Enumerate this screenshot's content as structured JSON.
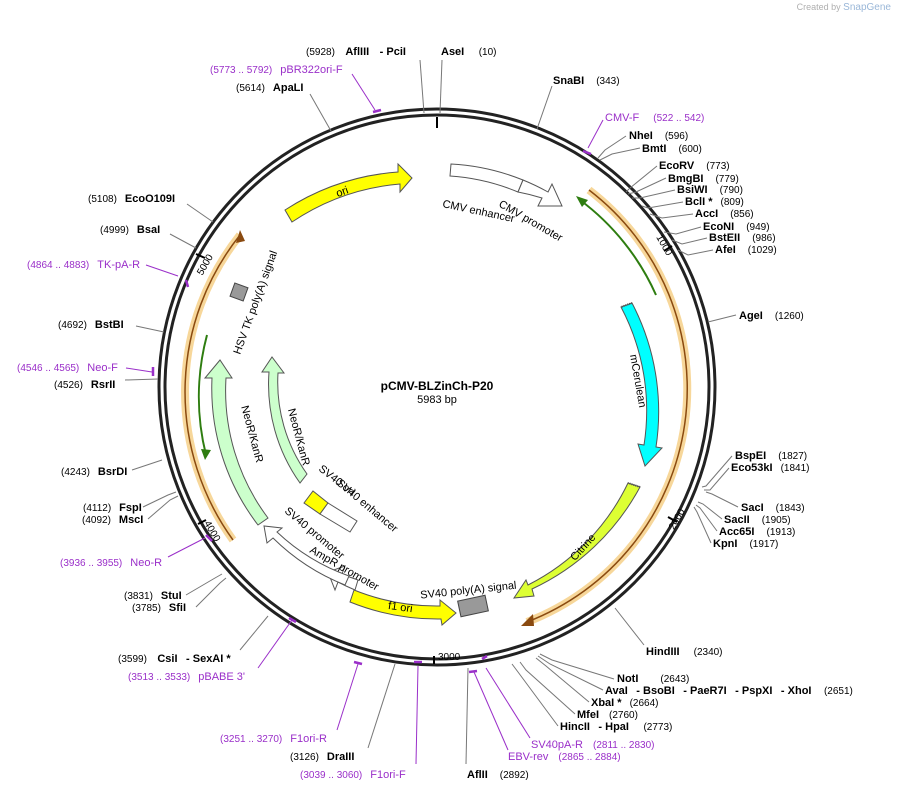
{
  "credit": {
    "created_by": "Created by",
    "brand": "SnapGene"
  },
  "plasmid": {
    "name": "pCMV-BLZinCh-P20",
    "length_label": "5983 bp",
    "length": 5983
  },
  "ticks": [
    {
      "text": "1000",
      "pos": 1000
    },
    {
      "text": "2000",
      "pos": 2000
    },
    {
      "text": "3000",
      "pos": 3000
    },
    {
      "text": "4000",
      "pos": 4000
    },
    {
      "text": "5000",
      "pos": 5000
    }
  ],
  "sites": [
    {
      "pos_text": "(5928)",
      "names": [
        "AflIII",
        "PciI"
      ],
      "bp": 5928,
      "side": "left"
    },
    {
      "pos_text": "(10)",
      "names": [
        "AseI"
      ],
      "bp": 10,
      "side": "right"
    },
    {
      "pos_text": "(343)",
      "names": [
        "SnaBI"
      ],
      "bp": 343,
      "side": "right"
    },
    {
      "pos_text": "(596)",
      "names": [
        "NheI"
      ],
      "bp": 596,
      "side": "right"
    },
    {
      "pos_text": "(600)",
      "names": [
        "BmtI"
      ],
      "bp": 600,
      "side": "right"
    },
    {
      "pos_text": "(773)",
      "names": [
        "EcoRV"
      ],
      "bp": 773,
      "side": "right"
    },
    {
      "pos_text": "(779)",
      "names": [
        "BmgBI"
      ],
      "bp": 779,
      "side": "right"
    },
    {
      "pos_text": "(790)",
      "names": [
        "BsiWI"
      ],
      "bp": 790,
      "side": "right"
    },
    {
      "pos_text": "(809)",
      "names": [
        "BclI *"
      ],
      "bp": 809,
      "side": "right"
    },
    {
      "pos_text": "(856)",
      "names": [
        "AccI"
      ],
      "bp": 856,
      "side": "right"
    },
    {
      "pos_text": "(949)",
      "names": [
        "EcoNI"
      ],
      "bp": 949,
      "side": "right"
    },
    {
      "pos_text": "(986)",
      "names": [
        "BstEII"
      ],
      "bp": 986,
      "side": "right"
    },
    {
      "pos_text": "(1029)",
      "names": [
        "AfeI"
      ],
      "bp": 1029,
      "side": "right"
    },
    {
      "pos_text": "(1260)",
      "names": [
        "AgeI"
      ],
      "bp": 1260,
      "side": "right"
    },
    {
      "pos_text": "(1827)",
      "names": [
        "BspEI"
      ],
      "bp": 1827,
      "side": "right"
    },
    {
      "pos_text": "(1841)",
      "names": [
        "Eco53kI"
      ],
      "bp": 1841,
      "side": "right"
    },
    {
      "pos_text": "(1843)",
      "names": [
        "SacI"
      ],
      "bp": 1843,
      "side": "right"
    },
    {
      "pos_text": "(1905)",
      "names": [
        "SacII"
      ],
      "bp": 1905,
      "side": "right"
    },
    {
      "pos_text": "(1913)",
      "names": [
        "Acc65I"
      ],
      "bp": 1913,
      "side": "right"
    },
    {
      "pos_text": "(1917)",
      "names": [
        "KpnI"
      ],
      "bp": 1917,
      "side": "right"
    },
    {
      "pos_text": "(2340)",
      "names": [
        "HindIII"
      ],
      "bp": 2340,
      "side": "right"
    },
    {
      "pos_text": "(2643)",
      "names": [
        "NotI"
      ],
      "bp": 2643,
      "side": "right"
    },
    {
      "pos_text": "(2651)",
      "names": [
        "AvaI",
        "BsoBI",
        "PaeR7I",
        "PspXI",
        "XhoI"
      ],
      "bp": 2651,
      "side": "right"
    },
    {
      "pos_text": "(2664)",
      "names": [
        "XbaI *"
      ],
      "bp": 2664,
      "side": "right"
    },
    {
      "pos_text": "(2760)",
      "names": [
        "MfeI"
      ],
      "bp": 2760,
      "side": "right"
    },
    {
      "pos_text": "(2773)",
      "names": [
        "HincII",
        "HpaI"
      ],
      "bp": 2773,
      "side": "right"
    },
    {
      "pos_text": "(2892)",
      "names": [
        "AflII"
      ],
      "bp": 2892,
      "side": "right"
    },
    {
      "pos_text": "(3126)",
      "names": [
        "DraIII"
      ],
      "bp": 3126,
      "side": "left"
    },
    {
      "pos_text": "(3599)",
      "names": [
        "CsiI",
        "SexAI *"
      ],
      "bp": 3599,
      "side": "left"
    },
    {
      "pos_text": "(3785)",
      "names": [
        "SfiI"
      ],
      "bp": 3785,
      "side": "left"
    },
    {
      "pos_text": "(3831)",
      "names": [
        "StuI"
      ],
      "bp": 3831,
      "side": "left"
    },
    {
      "pos_text": "(4092)",
      "names": [
        "MscI"
      ],
      "bp": 4092,
      "side": "left"
    },
    {
      "pos_text": "(4112)",
      "names": [
        "FspI"
      ],
      "bp": 4112,
      "side": "left"
    },
    {
      "pos_text": "(4243)",
      "names": [
        "BsrDI"
      ],
      "bp": 4243,
      "side": "left"
    },
    {
      "pos_text": "(4526)",
      "names": [
        "RsrII"
      ],
      "bp": 4526,
      "side": "left"
    },
    {
      "pos_text": "(4692)",
      "names": [
        "BstBI"
      ],
      "bp": 4692,
      "side": "left"
    },
    {
      "pos_text": "(4999)",
      "names": [
        "BsaI"
      ],
      "bp": 4999,
      "side": "left"
    },
    {
      "pos_text": "(5108)",
      "names": [
        "EcoO109I"
      ],
      "bp": 5108,
      "side": "left"
    },
    {
      "pos_text": "(5614)",
      "names": [
        "ApaLI"
      ],
      "bp": 5614,
      "side": "left"
    }
  ],
  "primers": [
    {
      "name": "pBR322ori-F",
      "range": "(5773 .. 5792)",
      "bp": 5782,
      "side": "left"
    },
    {
      "name": "CMV-F",
      "range": "(522 .. 542)",
      "bp": 532,
      "side": "right"
    },
    {
      "name": "TK-pA-R",
      "range": "(4864 .. 4883)",
      "bp": 4873,
      "side": "left"
    },
    {
      "name": "Neo-F",
      "range": "(4546 .. 4565)",
      "bp": 4555,
      "side": "left"
    },
    {
      "name": "Neo-R",
      "range": "(3936 .. 3955)",
      "bp": 3945,
      "side": "left"
    },
    {
      "name": "pBABE 3'",
      "range": "(3513 .. 3533)",
      "bp": 3523,
      "side": "left"
    },
    {
      "name": "F1ori-R",
      "range": "(3251 .. 3270)",
      "bp": 3260,
      "side": "left"
    },
    {
      "name": "F1ori-F",
      "range": "(3039 .. 3060)",
      "bp": 3050,
      "side": "left"
    },
    {
      "name": "EBV-rev",
      "range": "(2865 .. 2884)",
      "bp": 2874,
      "side": "right"
    },
    {
      "name": "SV40pA-R",
      "range": "(2811 .. 2830)",
      "bp": 2820,
      "side": "right"
    }
  ],
  "features": [
    {
      "name": "ori",
      "color": "#ffff00"
    },
    {
      "name": "CMV enhancer",
      "color": "#ffffff"
    },
    {
      "name": "CMV promoter",
      "color": "#ffffff"
    },
    {
      "name": "mCerulean",
      "color": "#00ffff"
    },
    {
      "name": "Citrine",
      "color": "#ddff33"
    },
    {
      "name": "SV40 poly(A) signal",
      "color": "#999999"
    },
    {
      "name": "f1 ori",
      "color": "#ffff00"
    },
    {
      "name": "AmpR promoter",
      "color": "#ffffff"
    },
    {
      "name": "SV40 promoter",
      "color": "#ffffff"
    },
    {
      "name": "SV40 ori",
      "color": "#ffff00"
    },
    {
      "name": "SV40 enhancer",
      "color": "#ffffff"
    },
    {
      "name": "NeoR/KanR",
      "color": "#ccffcc"
    },
    {
      "name": "HSV TK poly(A) signal",
      "color": "#999999"
    }
  ],
  "colors": {
    "primer": "#9a2fc9",
    "orf_fill": "#f7d79a",
    "orf_line": "#8a4a10",
    "orf_arrow": "#2e7d10"
  }
}
